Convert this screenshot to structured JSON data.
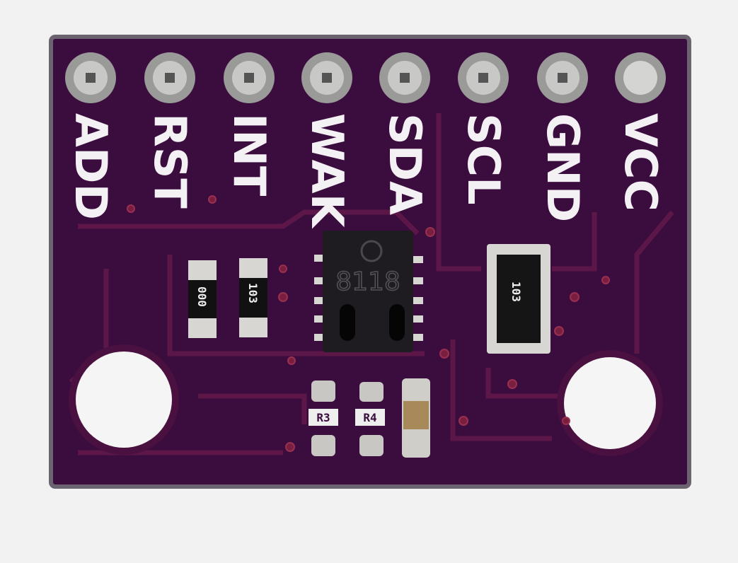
{
  "board": {
    "pin_labels": [
      "ADD",
      "RST",
      "INT",
      "WAK",
      "SDA",
      "SCL",
      "GND",
      "VCC"
    ],
    "resistor_left_marking": "000",
    "resistor_right_marking": "103",
    "chip_marking": "8118",
    "resistor_array_marking": "103",
    "ref_r3": "R3",
    "ref_r4": "R4"
  },
  "colors": {
    "pcb": "#3b0c3e",
    "trace": "#5a1545",
    "silkscreen": "#f4f1f4",
    "background": "#f2f2f2"
  }
}
